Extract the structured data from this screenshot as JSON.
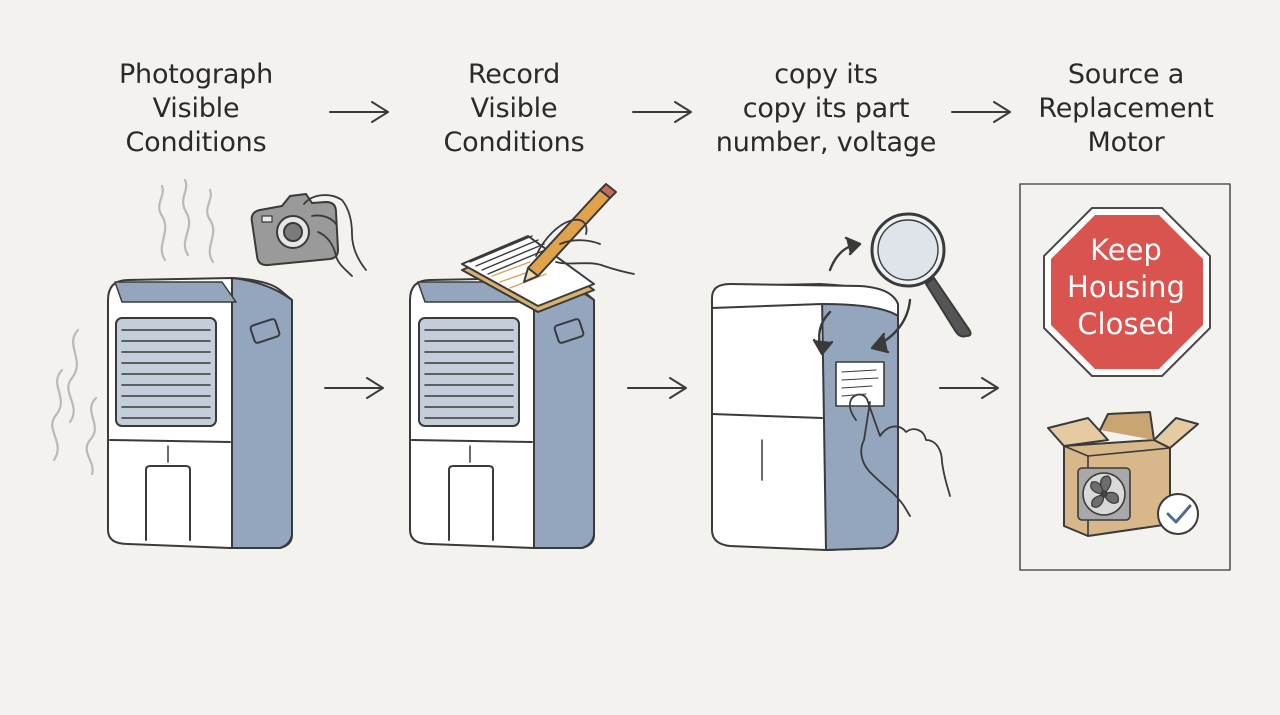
{
  "steps": [
    {
      "title_lines": [
        "Photograph",
        "Visible",
        "Conditions"
      ]
    },
    {
      "title_lines": [
        "Record",
        "Visible",
        "Conditions"
      ]
    },
    {
      "title_lines": [
        "copy its",
        "copy its part",
        "number, voltage"
      ]
    },
    {
      "title_lines": [
        "Source a",
        "Replacement",
        "Motor"
      ]
    }
  ],
  "sign": {
    "lines": [
      "Keep",
      "Housing",
      "Closed"
    ]
  },
  "colors": {
    "background": "#f3f2ee",
    "unit_blue": "#93a6bd",
    "stop_red": "#d9534f",
    "box_tan": "#d8b88a"
  }
}
